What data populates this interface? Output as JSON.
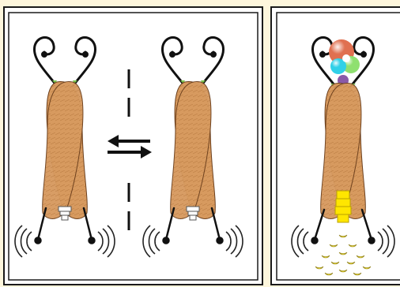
{
  "panels": [
    {
      "id": "left",
      "state": "inactive"
    },
    {
      "id": "right",
      "state": "active"
    }
  ],
  "colors": {
    "background": "#fdf6dc",
    "panel_border": "#1a1a1a",
    "wing_fill": "#d79a5f",
    "wing_stroke": "#6a3e1c",
    "antenna": "#111111",
    "green_tip": "#7cc34c",
    "base_inactive": "#ffffff",
    "base_active": "#ffe600",
    "bubble_red": "#e07050",
    "bubble_cyan": "#30d0e8",
    "bubble_green": "#8fe070",
    "bubble_purple": "#8a5aa8",
    "banana": "#f2e23c"
  },
  "icons": [
    "equilibrium-arrows-icon",
    "sound-wave-icon",
    "banana-icon"
  ]
}
